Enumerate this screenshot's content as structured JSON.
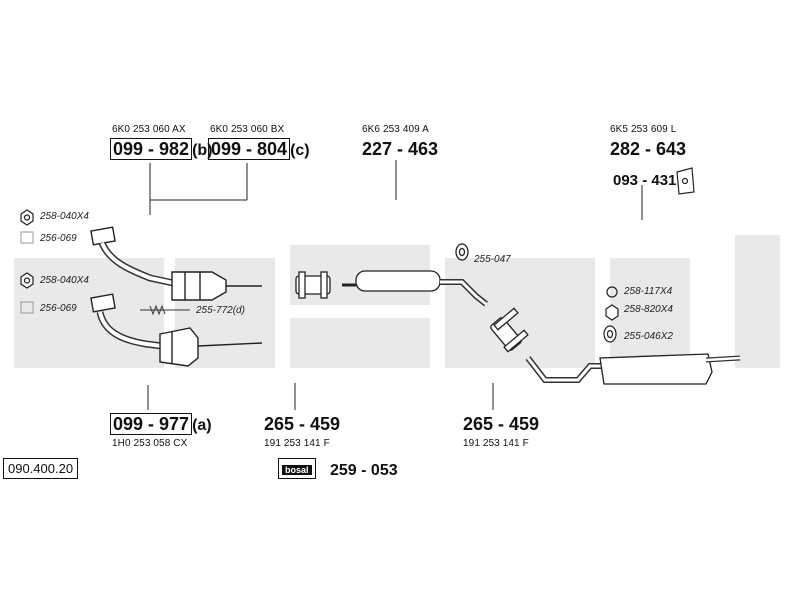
{
  "diagram": {
    "reference": "090.400.20",
    "watermark": "bosal",
    "parts": {
      "p1": {
        "oem": "6K0 253 060 AX",
        "number": "099 - 982",
        "suffix": "(b)"
      },
      "p2": {
        "oem": "6K0 253 060 BX",
        "number": "099 - 804",
        "suffix": "(c)"
      },
      "p3": {
        "oem": "6K6 253 409 A",
        "number": "227 - 463"
      },
      "p4": {
        "oem": "6K5 253 609 L",
        "number": "282 - 643"
      },
      "p5": {
        "number": "093 - 431"
      },
      "p6": {
        "oem": "1H0 253 058 CX",
        "number": "099 - 977",
        "suffix": "(a)"
      },
      "p7": {
        "oem": "191 253 141 F",
        "number": "265 - 459"
      },
      "p8": {
        "oem": "191 253 141 F",
        "number": "265 - 459"
      },
      "p9": {
        "badge": "bosal",
        "number": "259 - 053"
      }
    },
    "small_parts": {
      "nut1": "258-040X4",
      "gasket1": "256-069",
      "nut2": "258-040X4",
      "gasket2": "256-069",
      "spring": "255-772(d)",
      "hanger1": "255-047",
      "ring": "258-117X4",
      "nut3": "258-820X4",
      "hanger2": "255-046X2"
    }
  }
}
